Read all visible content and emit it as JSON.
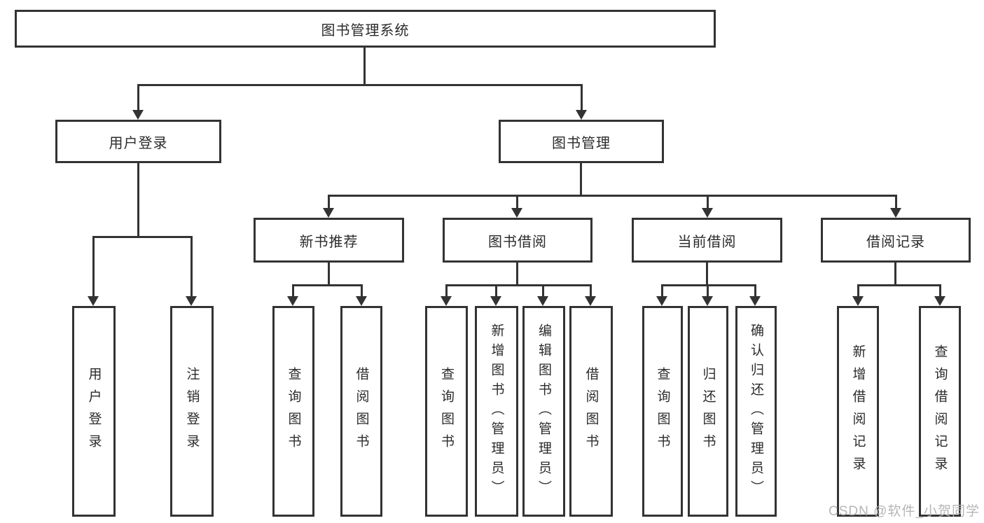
{
  "diagram": {
    "root": {
      "label": "图书管理系统"
    },
    "level2": [
      {
        "label": "用户登录"
      },
      {
        "label": "图书管理"
      }
    ],
    "level3": [
      {
        "label": "新书推荐"
      },
      {
        "label": "图书借阅"
      },
      {
        "label": "当前借阅"
      },
      {
        "label": "借阅记录"
      }
    ],
    "leaves": {
      "user_login": [
        "用户登录",
        "注销登录"
      ],
      "new_book_recommend": [
        "查询图书",
        "借阅图书"
      ],
      "book_borrow": [
        "查询图书",
        "新增图书（管理员）",
        "编辑图书（管理员）",
        "借阅图书"
      ],
      "current_borrow": [
        "查询图书",
        "归还图书",
        "确认归还（管理员）"
      ],
      "borrow_records": [
        "新增借阅记录",
        "查询借阅记录"
      ]
    }
  },
  "watermark": {
    "text": "CSDN @软件_小贺同学"
  },
  "colors": {
    "line": "#333333",
    "text": "#2b2b2b",
    "watermark": "#b2b2b2"
  }
}
